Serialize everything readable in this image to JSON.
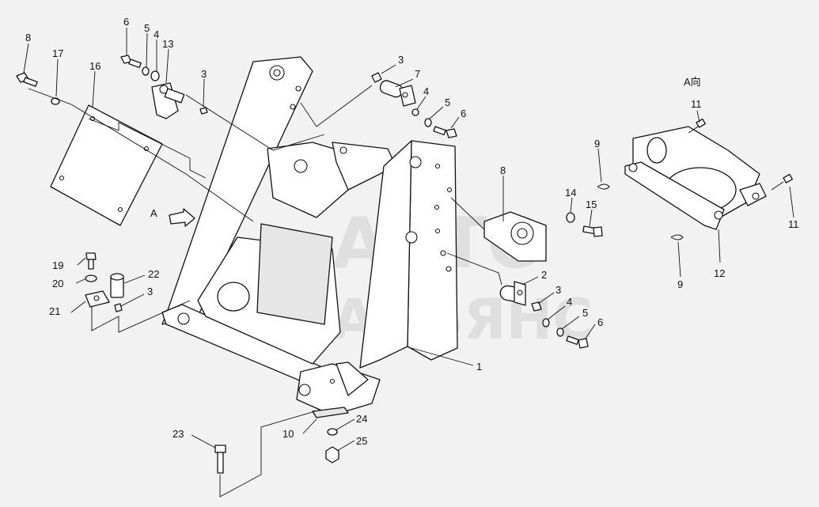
{
  "diagram": {
    "view_label": "A向",
    "arrow_label": "A",
    "watermark": {
      "line1": "АВТО",
      "line2": "АЛЬЯНС"
    },
    "callouts": [
      {
        "id": "c8a",
        "text": "8"
      },
      {
        "id": "c17",
        "text": "17"
      },
      {
        "id": "c16",
        "text": "16"
      },
      {
        "id": "c6a",
        "text": "6"
      },
      {
        "id": "c5a",
        "text": "5"
      },
      {
        "id": "c4a",
        "text": "4"
      },
      {
        "id": "c13",
        "text": "13"
      },
      {
        "id": "c3a",
        "text": "3"
      },
      {
        "id": "c3b",
        "text": "3"
      },
      {
        "id": "c7",
        "text": "7"
      },
      {
        "id": "c4b",
        "text": "4"
      },
      {
        "id": "c5b",
        "text": "5"
      },
      {
        "id": "c6b",
        "text": "6"
      },
      {
        "id": "c11a",
        "text": "11"
      },
      {
        "id": "c9a",
        "text": "9"
      },
      {
        "id": "c8b",
        "text": "8"
      },
      {
        "id": "c14",
        "text": "14"
      },
      {
        "id": "c15",
        "text": "15"
      },
      {
        "id": "c11b",
        "text": "11"
      },
      {
        "id": "c9b",
        "text": "9"
      },
      {
        "id": "c12",
        "text": "12"
      },
      {
        "id": "c2",
        "text": "2"
      },
      {
        "id": "c3c",
        "text": "3"
      },
      {
        "id": "c4c",
        "text": "4"
      },
      {
        "id": "c5c",
        "text": "5"
      },
      {
        "id": "c6c",
        "text": "6"
      },
      {
        "id": "c1",
        "text": "1"
      },
      {
        "id": "c19",
        "text": "19"
      },
      {
        "id": "c20",
        "text": "20"
      },
      {
        "id": "c22",
        "text": "22"
      },
      {
        "id": "c3d",
        "text": "3"
      },
      {
        "id": "c21",
        "text": "21"
      },
      {
        "id": "c10",
        "text": "10"
      },
      {
        "id": "c24",
        "text": "24"
      },
      {
        "id": "c25",
        "text": "25"
      },
      {
        "id": "c23",
        "text": "23"
      }
    ]
  }
}
